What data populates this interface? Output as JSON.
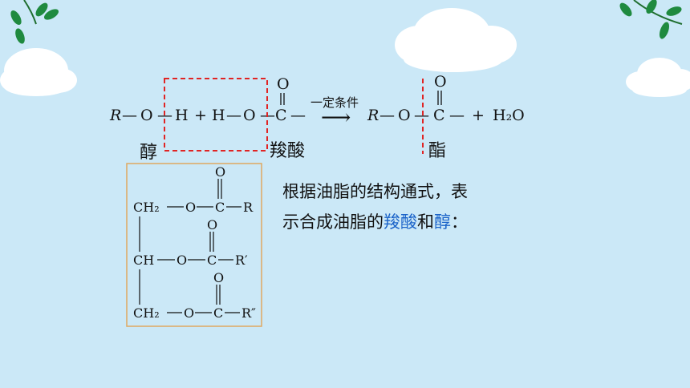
{
  "reaction": {
    "R": "R",
    "O": "O",
    "H": "H",
    "C": "C",
    "plus": "+",
    "bond": "—",
    "arrow": "⟶",
    "condition": "一定条件",
    "water": "H₂O"
  },
  "labels": {
    "alcohol": "醇",
    "carboxylic_acid": "羧酸",
    "ester": "酯"
  },
  "triglyceride": {
    "ch2": "CH₂",
    "ch": "CH",
    "o": "O",
    "c": "C",
    "r1": "R",
    "r2": "R′",
    "r3": "R″"
  },
  "description": {
    "line1": "根据油脂的结构通式，表",
    "line2_prefix": "示合成油脂的",
    "highlight1": "羧酸",
    "middle": "和",
    "highlight2": "醇",
    "suffix": "："
  },
  "colors": {
    "background": "#cbe8f7",
    "dashed_box": "#e02424",
    "highlight": "#1b63c9",
    "frame": "#e0a860"
  }
}
